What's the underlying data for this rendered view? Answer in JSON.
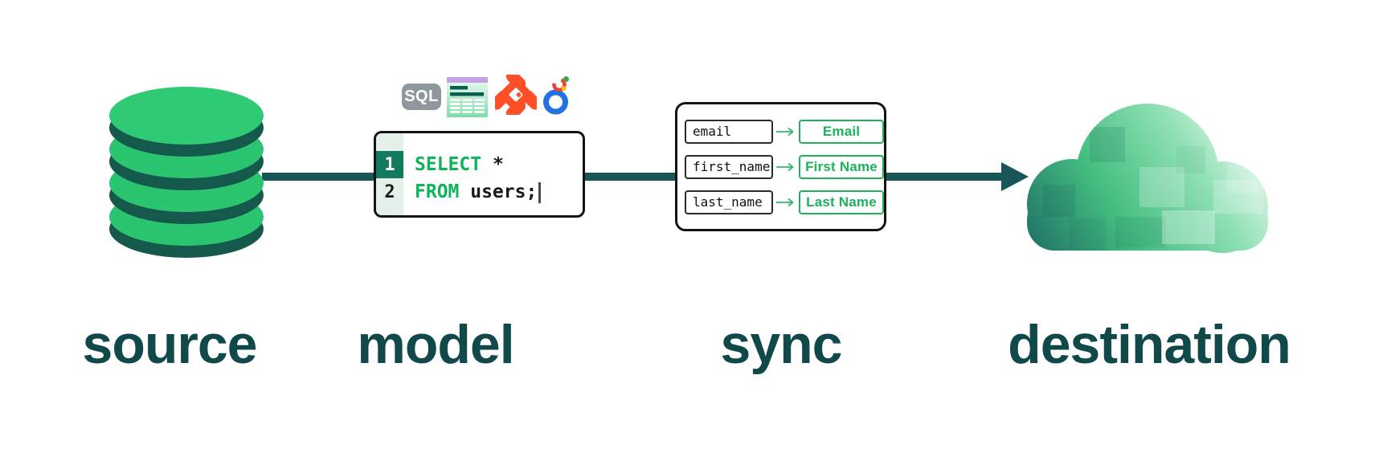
{
  "diagram": {
    "title": "data pipeline: source to model to sync to destination",
    "stages": [
      {
        "id": "source",
        "label": "source"
      },
      {
        "id": "model",
        "label": "model"
      },
      {
        "id": "sync",
        "label": "sync"
      },
      {
        "id": "destination",
        "label": "destination"
      }
    ]
  },
  "model": {
    "badges": {
      "sql": "SQL"
    },
    "icons": [
      "sql-badge",
      "spreadsheet-icon",
      "dbt-icon",
      "looker-icon"
    ],
    "code": {
      "lines": [
        {
          "number": "1",
          "keyword": "SELECT",
          "rest": " *"
        },
        {
          "number": "2",
          "keyword": "FROM",
          "rest": " users;"
        }
      ]
    }
  },
  "sync": {
    "mappings": [
      {
        "source": "email",
        "target": "Email"
      },
      {
        "source": "first_name",
        "target": "First Name"
      },
      {
        "source": "last_name",
        "target": "Last Name"
      }
    ]
  },
  "colors": {
    "accent_green": "#1cb25c",
    "code_keyword_green": "#0eb558",
    "disk_green": "#2bc56f",
    "disk_side_teal": "#15594d",
    "connector_teal": "#175559",
    "label_teal": "#11484a",
    "gutter_green": "#e3f1e8",
    "active_line_green": "#117a5f",
    "sql_badge_gray": "#8f989d",
    "dbt_orange": "#ff4f27",
    "looker_blue": "#2272e3",
    "cloud_dark_teal": "#1f6f66",
    "cloud_light": "#ffffff"
  }
}
